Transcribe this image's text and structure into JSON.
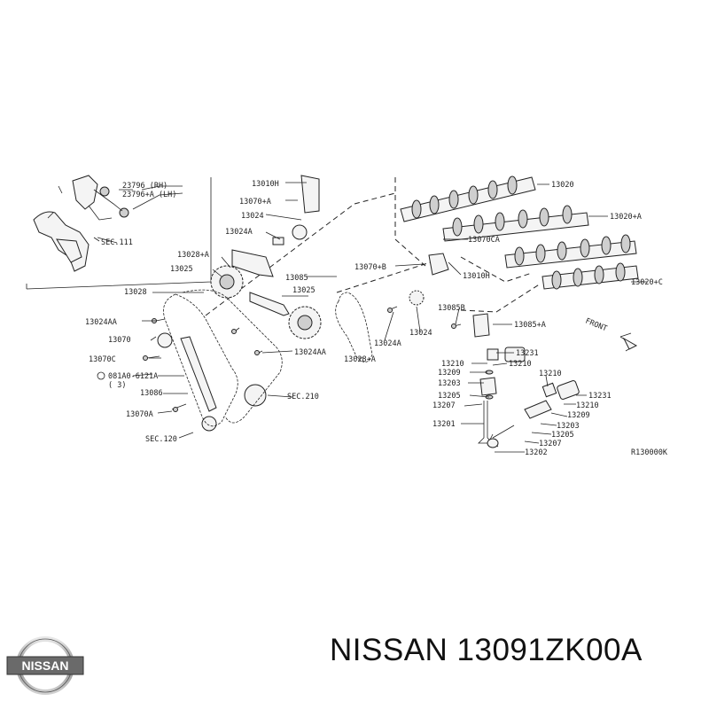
{
  "diagram": {
    "labels": {
      "l23796": "23796   (RH)",
      "l23796a": "23796+A (LH)",
      "lsec111": "SEC.111",
      "l13010h_top": "13010H",
      "l13070a_top": "13070+A",
      "l13024_top": "13024",
      "l13024a_top": "13024A",
      "l13028a": "13028+A",
      "l13025_left": "13025",
      "l13028": "13028",
      "l13085": "13085",
      "l13025_mid": "13025",
      "l13024aa_left": "13024AA",
      "l13070": "13070",
      "l13070c": "13070C",
      "l081a0": "081A0-6121A",
      "l081a0_qty": "( 3)",
      "l13086": "13086",
      "l13070a_low": "13070A",
      "lsec120": "SEC.120",
      "l13024aa_mid": "13024AA",
      "lsec210": "SEC.210",
      "l13028ba": "13028+A",
      "l13024a_mid": "13024A",
      "l13024_mid": "13024",
      "l13020": "13020",
      "l13020a": "13020+A",
      "l13070ca": "13070CA",
      "l13070b": "13070+B",
      "l13010h_r": "13010H",
      "l13020c": "13020+C",
      "l13085b": "13085B",
      "l13085a": "13085+A",
      "front": "FRONT",
      "v13231": "13231",
      "v13210a": "13210",
      "v13210b": "13210",
      "v13209": "13209",
      "v13203": "13203",
      "v13205": "13205",
      "v13207": "13207",
      "v13201": "13201",
      "v13202": "13202",
      "r13210": "13210",
      "r13231": "13231",
      "r13210b": "13210",
      "r13209": "13209",
      "r13203": "13203",
      "r13205": "13205",
      "r13207": "13207",
      "r13202": "13202",
      "code": "R130000K"
    }
  },
  "brand": {
    "logo_text": "NISSAN",
    "part_title": "NISSAN 13091ZK00A"
  }
}
